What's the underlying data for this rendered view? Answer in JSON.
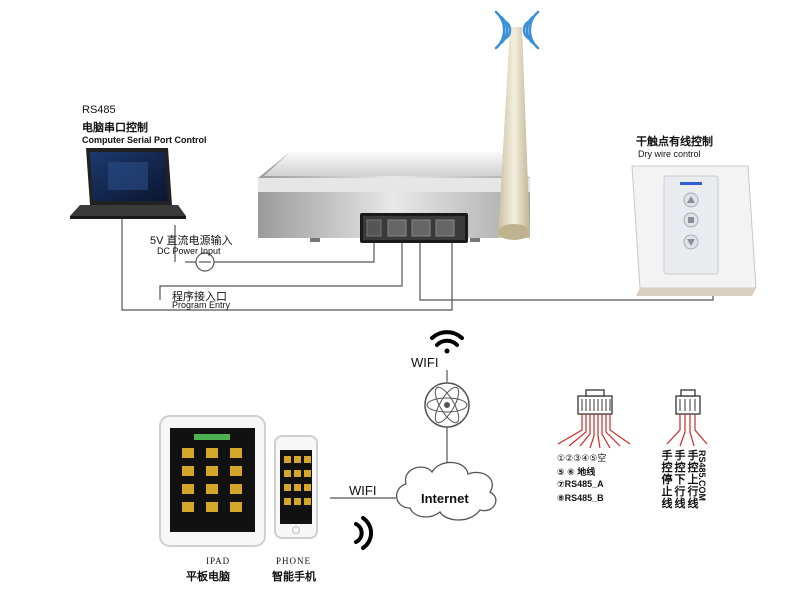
{
  "laptop": {
    "title": "RS485",
    "subtitle_cn": "电脑串口控制",
    "subtitle_en": "Computer Serial Port Control"
  },
  "power": {
    "label_cn": "5V 直流电源输入",
    "label_en": "DC Power Input"
  },
  "program": {
    "label_cn": "程序接入口",
    "label_en": "Program Entry"
  },
  "switch": {
    "label_cn": "干触点有线控制",
    "label_en": "Dry wire control"
  },
  "network": {
    "wifi_top": "WIFI",
    "wifi_side": "WIFI",
    "internet": "Internet"
  },
  "devices": {
    "ipad_en": "IPAD",
    "ipad_cn": "平板电脑",
    "phone_en": "PHONE",
    "phone_cn": "智能手机"
  },
  "pinout_left": {
    "line1": "①②③④⑤空",
    "line2": "⑤ ⑥ 地线",
    "line3": "⑦RS485_A",
    "line4": "⑧RS485_B"
  },
  "pinout_right": {
    "col1": "手控停止线",
    "col2": "手控下行线",
    "col3": "手控上行线",
    "col4": "RS485.COM"
  },
  "colors": {
    "wire": "#555555",
    "pin_wire": "#cc2a2a",
    "wifi_blue": "#3a8fd6",
    "router_body": "#d9d9d9",
    "switch_indicator": "#2f5fd0"
  }
}
